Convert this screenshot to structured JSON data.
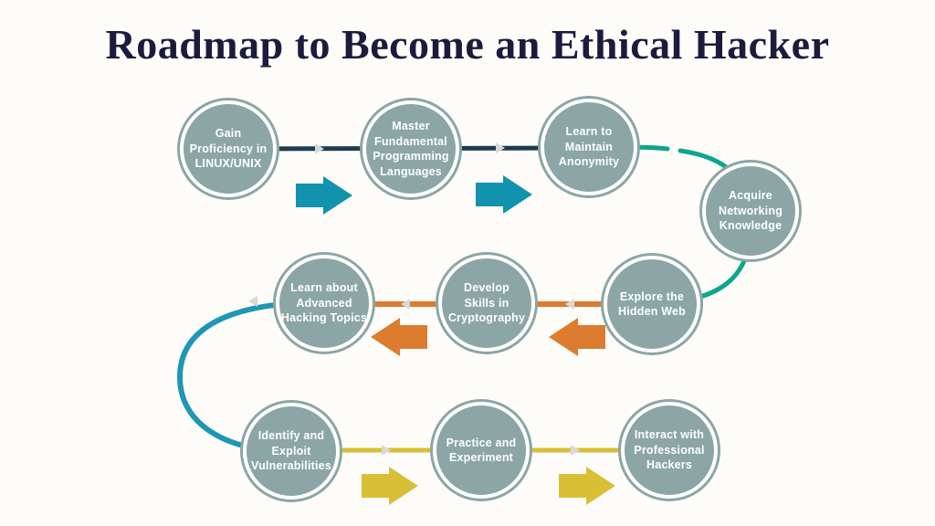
{
  "title": "Roadmap to Become an Ethical Hacker",
  "colors": {
    "background": "#fdfcf9",
    "title_text": "#1b1b3d",
    "node_fill": "#8ba6a5",
    "node_text": "#ffffff",
    "line_navy": "#1d3c50",
    "line_green": "#0fa58c",
    "line_blue": "#1f96b6",
    "line_orange": "#dd7b2f",
    "line_yellow": "#d9bf36",
    "arrow_teal": "#1193ae",
    "arrow_orange": "#dd7b2f",
    "arrow_yellow": "#d9bf36",
    "marker_gray": "#d9d9d9"
  },
  "nodes": [
    {
      "label": "Gain\nProficiency in\nLINUX/UNIX"
    },
    {
      "label": "Master\nFundamental\nProgramming\nLanguages"
    },
    {
      "label": "Learn to\nMaintain\nAnonymity"
    },
    {
      "label": "Acquire\nNetworking\nKnowledge"
    },
    {
      "label": "Explore the\nHidden Web"
    },
    {
      "label": "Develop\nSkills in\nCryptography"
    },
    {
      "label": "Learn about\nAdvanced\nHacking Topics"
    },
    {
      "label": "Identify and\nExploit\nVulnerabilities"
    },
    {
      "label": "Practice and\nExperiment"
    },
    {
      "label": "Interact with\nProfessional\nHackers"
    }
  ]
}
